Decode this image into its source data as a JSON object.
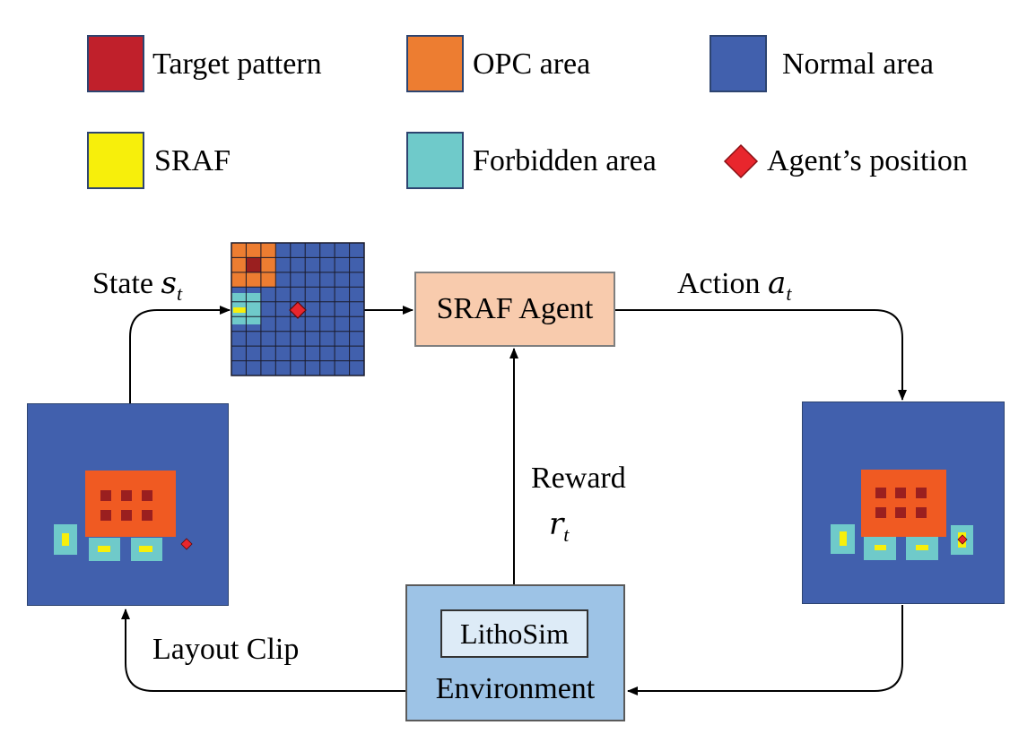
{
  "legend": {
    "target_pattern": {
      "label": "Target pattern",
      "color": "#c0202b"
    },
    "opc_area": {
      "label": "OPC area",
      "color": "#ed7d31"
    },
    "normal_area": {
      "label": "Normal area",
      "color": "#4160ad"
    },
    "sraf": {
      "label": "SRAF",
      "color": "#f7ef0b"
    },
    "forbidden_area": {
      "label": "Forbidden area",
      "color": "#6fcaca"
    },
    "agent_position": {
      "label": "Agent’s position",
      "color": "#e8262d"
    }
  },
  "state_label": {
    "text": "State ",
    "symbol": "s",
    "subscript": "t"
  },
  "action_label": {
    "text": "Action ",
    "symbol": "a",
    "subscript": "t"
  },
  "reward_label": {
    "text": "Reward",
    "symbol": "r",
    "subscript": "t"
  },
  "agent_box": {
    "label": "SRAF Agent"
  },
  "environment": {
    "inner_label": "LithoSim",
    "label": "Environment"
  },
  "layout_clip_label": "Layout Clip"
}
